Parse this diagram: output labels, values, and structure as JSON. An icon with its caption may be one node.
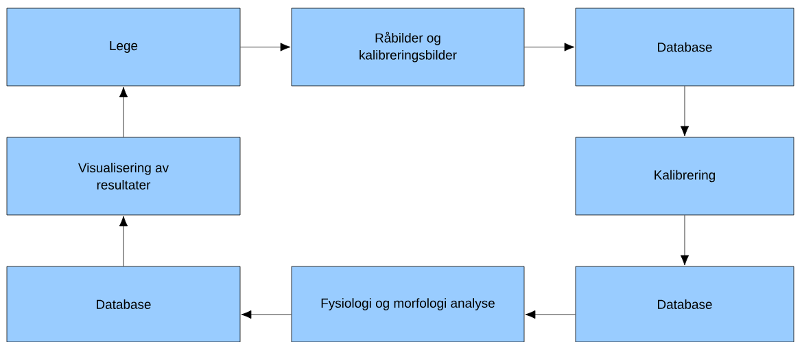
{
  "diagram": {
    "nodes": [
      {
        "text": [
          "Lege"
        ]
      },
      {
        "text": [
          "Råbilder og kalibreringsbilder"
        ]
      },
      {
        "text": [
          "Database"
        ]
      },
      {
        "text": [
          "Visualisering av resultater"
        ]
      },
      {
        "text": [
          "Kalibrering"
        ]
      },
      {
        "text": [
          "Database"
        ]
      },
      {
        "text": [
          "Fysiologi og morfologi analyse"
        ]
      },
      {
        "text": [
          "Database"
        ]
      }
    ],
    "edges": [
      {
        "from": 0,
        "to": 1,
        "arrow": "to"
      },
      {
        "from": 1,
        "to": 2,
        "arrow": "to"
      },
      {
        "from": 2,
        "to": 4,
        "arrow": "to"
      },
      {
        "from": 4,
        "to": 7,
        "arrow": "to"
      },
      {
        "from": 7,
        "to": 6,
        "arrow": "to"
      },
      {
        "from": 6,
        "to": 5,
        "arrow": "to"
      },
      {
        "from": 5,
        "to": 3,
        "arrow": "to"
      },
      {
        "from": 3,
        "to": 0,
        "arrow": "to"
      }
    ]
  }
}
